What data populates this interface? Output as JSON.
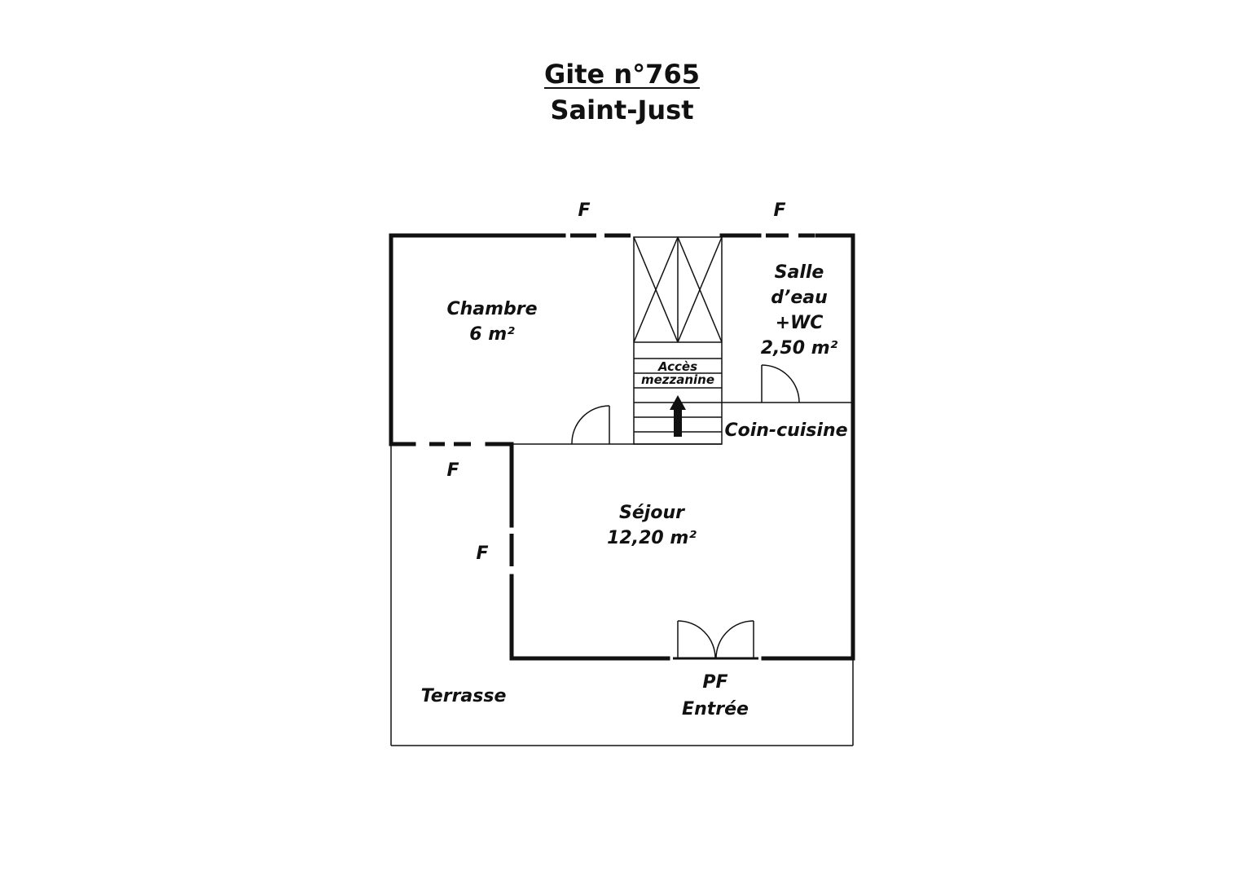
{
  "title": {
    "line1": "Gite n°765",
    "line2": "Saint-Just"
  },
  "rooms": {
    "chambre": {
      "name": "Chambre",
      "area": "6 m²"
    },
    "salle_eau": {
      "line1": "Salle",
      "line2": "d’eau",
      "line3": "+WC",
      "area": "2,50 m²"
    },
    "acces": {
      "line1": "Accès",
      "line2": "mezzanine"
    },
    "coin_cuisine": {
      "name": "Coin-cuisine"
    },
    "sejour": {
      "name": "Séjour",
      "area": "12,20 m²"
    },
    "terrasse": {
      "name": "Terrasse"
    }
  },
  "entry": {
    "line1": "PF",
    "line2": "Entrée"
  },
  "windows": {
    "top_left": "F",
    "top_right": "F",
    "chambre_bottom": "F",
    "sejour_left": "F"
  },
  "icons": {
    "stair_arrow": "up-arrow-icon"
  },
  "colors": {
    "wall": "#111111",
    "background": "#ffffff"
  }
}
